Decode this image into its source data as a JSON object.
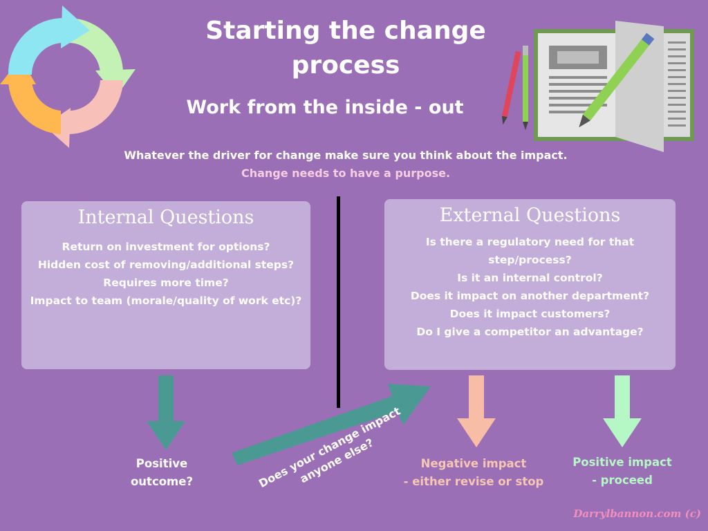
{
  "header": {
    "title_line1": "Starting the change",
    "title_line2": "process",
    "subtitle": "Work from the inside - out"
  },
  "intro": {
    "line1": "Whatever the driver for change make sure you think about the impact.",
    "line2": "Change needs to have a purpose."
  },
  "internal": {
    "title": "Internal Questions",
    "items": [
      "Return on investment for options?",
      "Hidden cost of removing/additional steps?",
      "Requires more time?",
      "Impact to team (morale/quality of work etc)?"
    ]
  },
  "external": {
    "title": "External Questions",
    "items": [
      "Is there a regulatory need for that step/process?",
      "Is it an internal control?",
      "Does it impact on another department?",
      "Does it impact customers?",
      "Do I give a competitor an advantage?"
    ]
  },
  "outcomes": {
    "positive_line1": "Positive",
    "positive_line2": "outcome?",
    "negative_line1": "Negative impact",
    "negative_line2": "- either revise or stop",
    "positive_ext_line1": "Positive impact",
    "positive_ext_line2": "- proceed"
  },
  "connector": {
    "line1": "Does your change impact",
    "line2": "anyone else?"
  },
  "credit": "Darrylbannon.com (c)",
  "colors": {
    "background": "#9a6fb5",
    "panel": "#c2aed9",
    "arrow_teal": "#4a9a93",
    "arrow_salmon": "#f8bda6",
    "arrow_green": "#b6f7c6"
  }
}
